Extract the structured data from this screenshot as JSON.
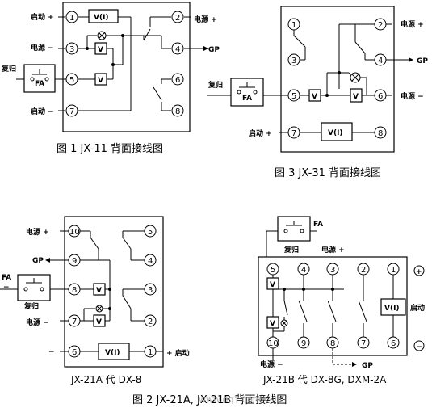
{
  "fig1": {
    "caption": "图 1  JX-11 背面接线图",
    "terminals": [
      "1",
      "2",
      "3",
      "4",
      "5",
      "6",
      "7",
      "8"
    ],
    "labels": {
      "start_top": "启动  +",
      "power_top": "电源  +",
      "power_mid": "电源  −",
      "gp": "GP",
      "reset": "复归",
      "start_bottom": "启动  −",
      "fa": "FA",
      "vi": "V(I)",
      "v": "V"
    }
  },
  "fig3": {
    "caption": "图 3   JX-31 背面接线图",
    "terminals": [
      "1",
      "2",
      "3",
      "4",
      "5",
      "6",
      "7",
      "8"
    ],
    "labels": {
      "power_plus": "电源  +",
      "gp": "GP",
      "reset": "复归",
      "power_minus": "电源  −",
      "start_plus": "启动  +",
      "fa": "FA",
      "vi": "V(I)",
      "v": "V"
    }
  },
  "fig2a": {
    "subtitle": "JX-21A 代 DX-8",
    "terminals": [
      "10",
      "5",
      "9",
      "4",
      "8",
      "3",
      "7",
      "2",
      "6",
      "1"
    ],
    "labels": {
      "power_plus": "电源  +",
      "gp": "GP",
      "fa": "FA",
      "fa_minus": "−",
      "reset": "复归",
      "power_minus": "电源  −",
      "minus": "−",
      "start_plus": "+ 启动",
      "vi": "V(I)",
      "v": "V"
    }
  },
  "fig2b": {
    "subtitle": "JX-21B 代 DX-8G,  DXM-2A",
    "terminals": [
      "5",
      "4",
      "3",
      "2",
      "1",
      "10",
      "9",
      "8",
      "7",
      "6"
    ],
    "labels": {
      "fa": "FA",
      "reset": "复归",
      "power_plus": "电源  +",
      "plus_sign": "+",
      "start": "启动",
      "minus_sign": "−",
      "power_minus": "电源  −",
      "gp": "GP",
      "vi": "V(I)",
      "v": "V"
    }
  },
  "fig2": {
    "caption": "图 2   JX-21A,  JX-21B 背面接线图",
    "watermark": "www.dq1.com"
  }
}
